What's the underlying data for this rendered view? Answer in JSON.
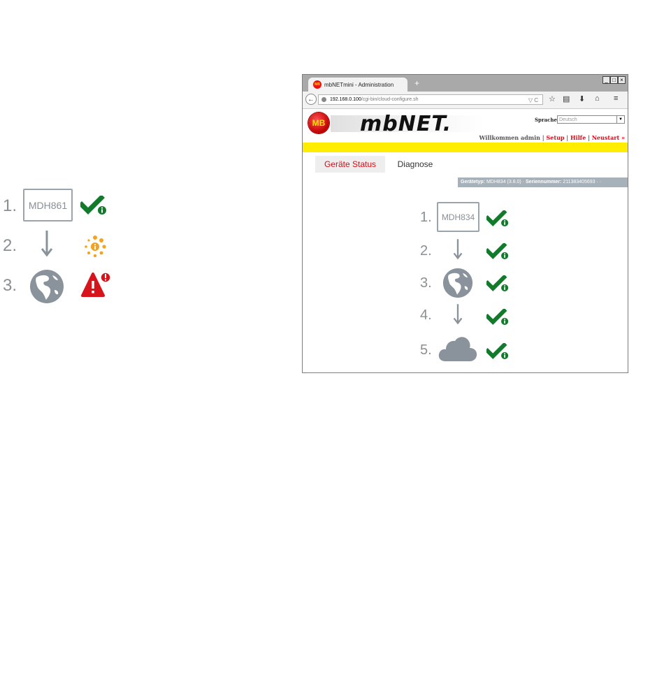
{
  "legend": {
    "steps": [
      {
        "number": "1.",
        "icon": "device-box",
        "device_label": "MDH861",
        "status": "check-info-icon"
      },
      {
        "number": "2.",
        "icon": "arrow-down-icon",
        "status": "loading-spinner-icon"
      },
      {
        "number": "3.",
        "icon": "globe-icon",
        "status": "warning-error-icon"
      }
    ]
  },
  "browser": {
    "tab_title": "mbNETmini - Administration",
    "favicon_text": "MB",
    "new_tab": "+",
    "window_controls": [
      "_",
      "□",
      "×"
    ],
    "url_host": "192.168.0.100",
    "url_path": "/cgi-bin/cloud-configure.sh",
    "url_actions": "▽ C",
    "toolbar_icons": [
      "star-icon",
      "bookmarks-icon",
      "download-icon",
      "home-icon",
      "menu-icon"
    ]
  },
  "header": {
    "logo_text": "MB",
    "brand": "mbNET.",
    "language_label": "Sprache",
    "language_value": "Deutsch",
    "welcome": "Willkommen admin",
    "sep1": "|",
    "setup": "Setup",
    "sep2": "|",
    "help": "Hilfe",
    "sep3": "|",
    "restart": "Neustart »"
  },
  "tabs": [
    {
      "label": "Geräte Status",
      "active": true
    },
    {
      "label": "Diagnose",
      "active": false
    }
  ],
  "infobar": {
    "type_label": "Gerätetyp:",
    "type_value": "MDH834 (3.8.0)",
    "separator": "·",
    "serial_label": "Seriennummer:",
    "serial_value": "211383405693",
    "tail": "· ·"
  },
  "status_steps": [
    {
      "number": "1.",
      "icon": "device-box",
      "device_label": "MDH834",
      "status": "check-info-icon"
    },
    {
      "number": "2.",
      "icon": "arrow-down-icon",
      "status": "check-info-icon"
    },
    {
      "number": "3.",
      "icon": "globe-icon",
      "status": "check-info-icon"
    },
    {
      "number": "4.",
      "icon": "arrow-down-icon",
      "status": "check-info-icon"
    },
    {
      "number": "5.",
      "icon": "cloud-icon",
      "status": "check-info-icon"
    }
  ],
  "colors": {
    "check": "#117a2b",
    "spinner": "#f5a31a",
    "error": "#d7141c",
    "icon_gray": "#8a939b",
    "yellow": "#ffed00",
    "brand_red": "#e30613"
  }
}
